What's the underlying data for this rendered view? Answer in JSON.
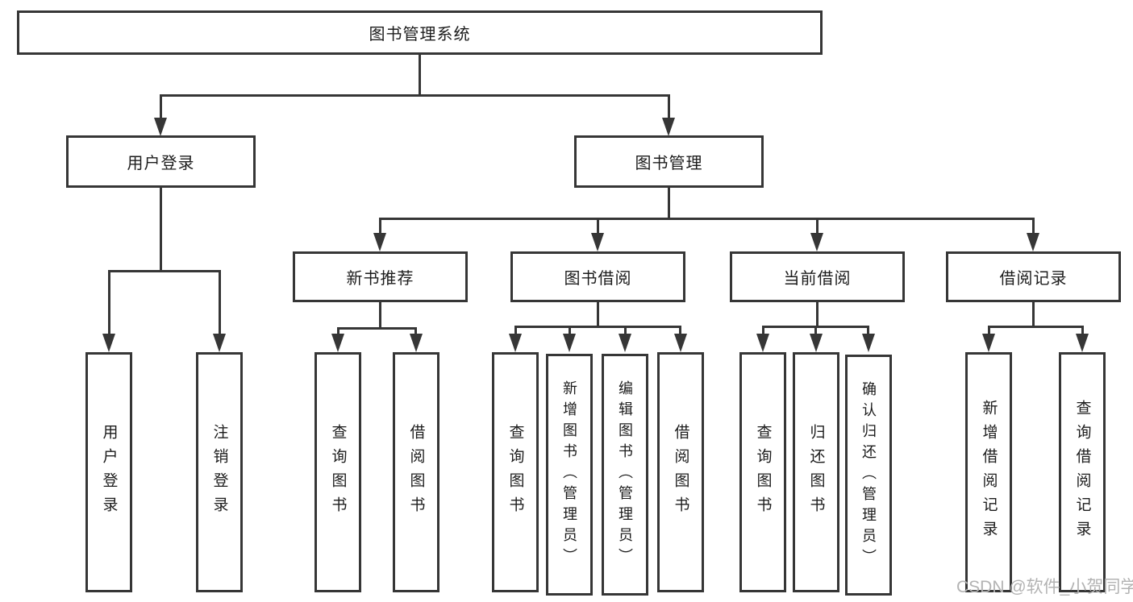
{
  "diagram_title": "图书管理系统",
  "tree": {
    "root": {
      "label": "图书管理系统",
      "children": [
        {
          "label": "用户登录",
          "children": [
            {
              "label": "用户登录"
            },
            {
              "label": "注销登录"
            }
          ]
        },
        {
          "label": "图书管理",
          "children": [
            {
              "label": "新书推荐",
              "children": [
                {
                  "label": "查询图书"
                },
                {
                  "label": "借阅图书"
                }
              ]
            },
            {
              "label": "图书借阅",
              "children": [
                {
                  "label": "查询图书"
                },
                {
                  "label": "新增图书（管理员）"
                },
                {
                  "label": "编辑图书（管理员）"
                },
                {
                  "label": "借阅图书"
                }
              ]
            },
            {
              "label": "当前借阅",
              "children": [
                {
                  "label": "查询图书"
                },
                {
                  "label": "归还图书"
                },
                {
                  "label": "确认归还（管理员）"
                }
              ]
            },
            {
              "label": "借阅记录",
              "children": [
                {
                  "label": "新增借阅记录"
                },
                {
                  "label": "查询借阅记录"
                }
              ]
            }
          ]
        }
      ]
    }
  },
  "watermark": {
    "text": "CSDN @软件_小贺同学",
    "color": "#b3b3b3"
  },
  "colors": {
    "background": "#ffffff",
    "box_border": "#363636",
    "line": "#363636",
    "text": "#1c1c1c"
  }
}
